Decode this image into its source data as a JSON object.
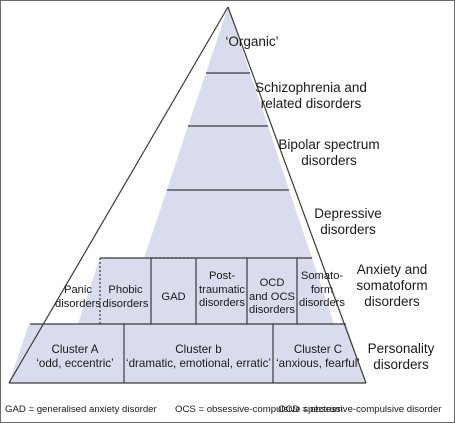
{
  "colors": {
    "fill": "#d9dcec",
    "stroke": "#3a3a3a",
    "frame": "#6b6b6b",
    "text": "#1a1a1a"
  },
  "levels": {
    "organic": "‘Organic’",
    "schizophrenia": "Schizophrenia and\nrelated disorders",
    "bipolar": "Bipolar spectrum\ndisorders",
    "depressive": "Depressive\ndisorders",
    "anxiety": "Anxiety and\nsomatoform\ndisorders",
    "personality": "Personality\ndisorders"
  },
  "anxiety_cells": {
    "panic": "Panic\ndisorders",
    "phobic": "Phobic\ndisorders",
    "gad": "GAD",
    "ptsd": "Post-\ntraumatic\ndisorders",
    "ocd": "OCD\nand OCS\ndisorders",
    "somatoform": "Somato-\nform\ndisorders"
  },
  "personality_cells": {
    "cluster_a": "Cluster A\n‘odd, eccentric’",
    "cluster_b": "Cluster b\n‘dramatic, emotional, erratic’",
    "cluster_c": "Cluster C\n‘anxious, fearful’"
  },
  "footnote": {
    "gad": "GAD = generalised anxiety disorder",
    "ocs": "OCS = obsessive-compulsive spectrum",
    "ocd": "OCD = obsessive-compulsive disorder"
  }
}
